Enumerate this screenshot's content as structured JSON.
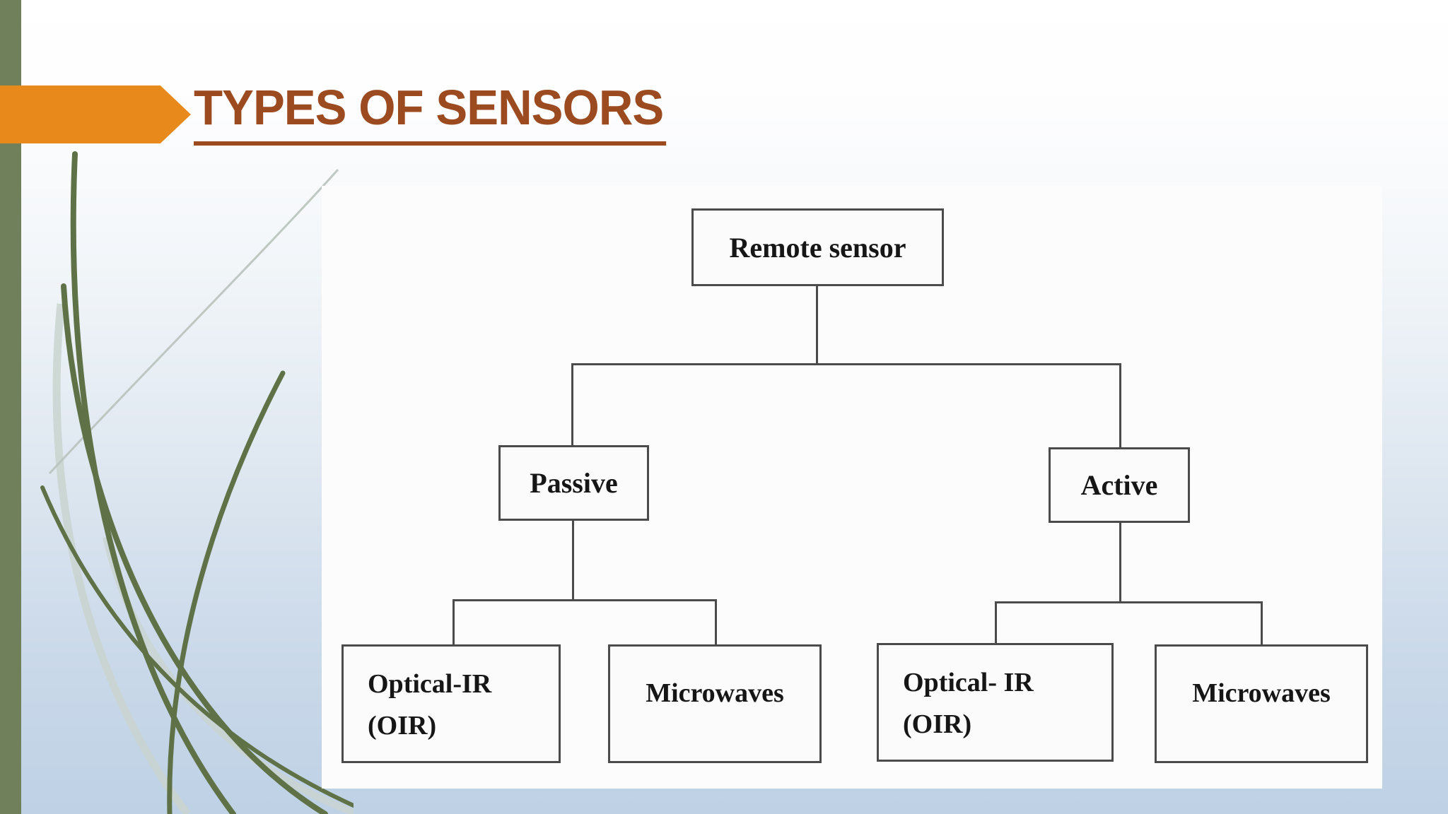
{
  "slide": {
    "title": "TYPES OF SENSORS"
  },
  "colors": {
    "accent_orange": "#E7891B",
    "title_brown": "#9C4B21",
    "edge_bar_olive": "#70805A",
    "grass_green": "#5F7146",
    "grass_shadow": "#C9D3CF",
    "panel_white": "#FCFCFC",
    "connector_gray": "#4B4B4B",
    "background_bottom_blue": "#BED1E5"
  },
  "diagram": {
    "root": {
      "label": "Remote sensor"
    },
    "branches": [
      {
        "label": "Passive",
        "children": [
          {
            "line1": "Optical-IR",
            "line2": "(OIR)"
          },
          {
            "label": "Microwaves"
          }
        ]
      },
      {
        "label": "Active",
        "children": [
          {
            "line1": "Optical- IR",
            "line2": "(OIR)"
          },
          {
            "label": "Microwaves"
          }
        ]
      }
    ]
  }
}
